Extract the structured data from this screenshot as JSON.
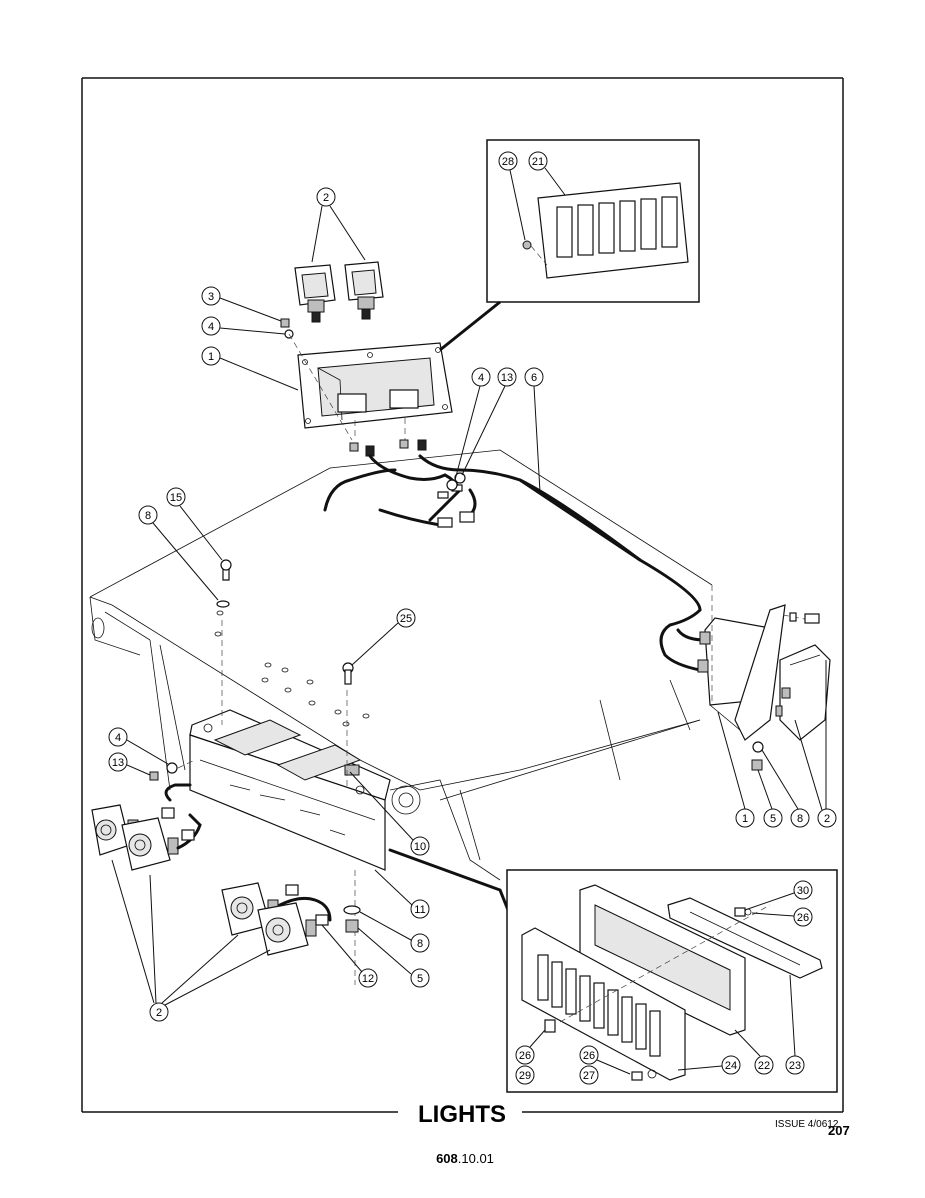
{
  "title": "LIGHTS",
  "issue": "ISSUE 4/0612",
  "page_number": "207",
  "doc_ref_bold": "608",
  "doc_ref_rest": ".10.01",
  "callouts": {
    "c1": "1",
    "c2": "2",
    "c3": "3",
    "c4": "4",
    "c5": "5",
    "c6": "6",
    "c8": "8",
    "c10": "10",
    "c11": "11",
    "c12": "12",
    "c13": "13",
    "c15": "15",
    "c21": "21",
    "c22": "22",
    "c23": "23",
    "c24": "24",
    "c25": "25",
    "c26": "26",
    "c27": "27",
    "c28": "28",
    "c29": "29",
    "c30": "30"
  }
}
